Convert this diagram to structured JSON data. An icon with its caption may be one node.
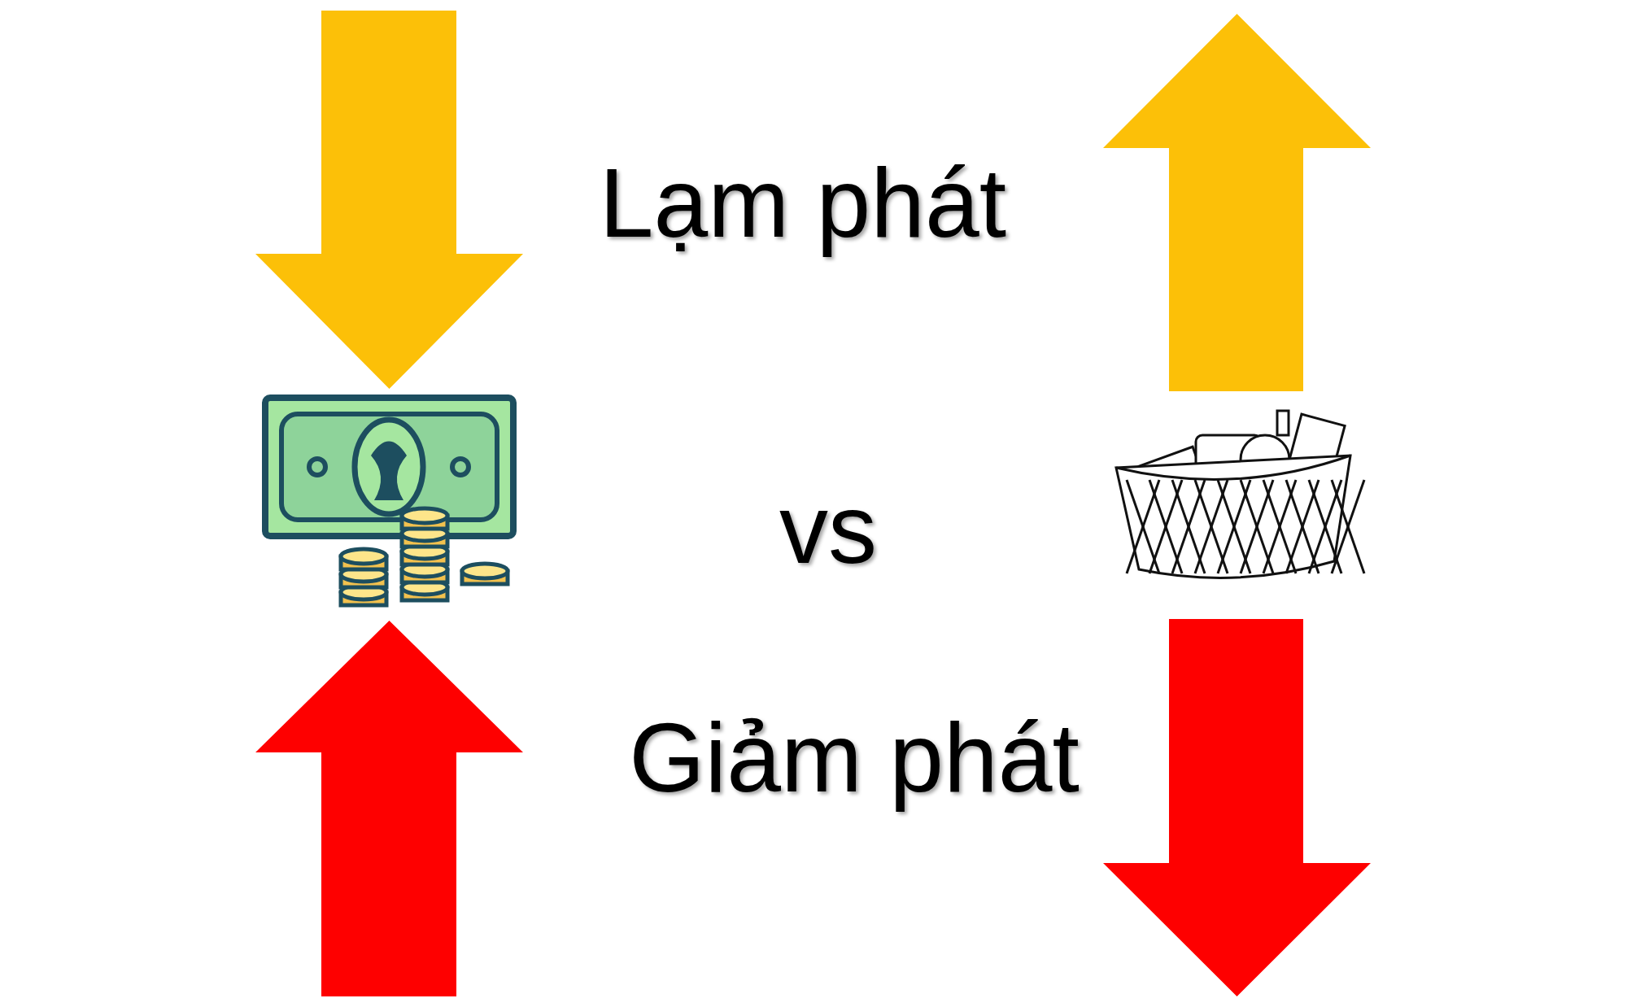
{
  "diagram": {
    "labels": [
      "Lạm phát",
      "vs",
      "Giảm phát"
    ]
  }
}
